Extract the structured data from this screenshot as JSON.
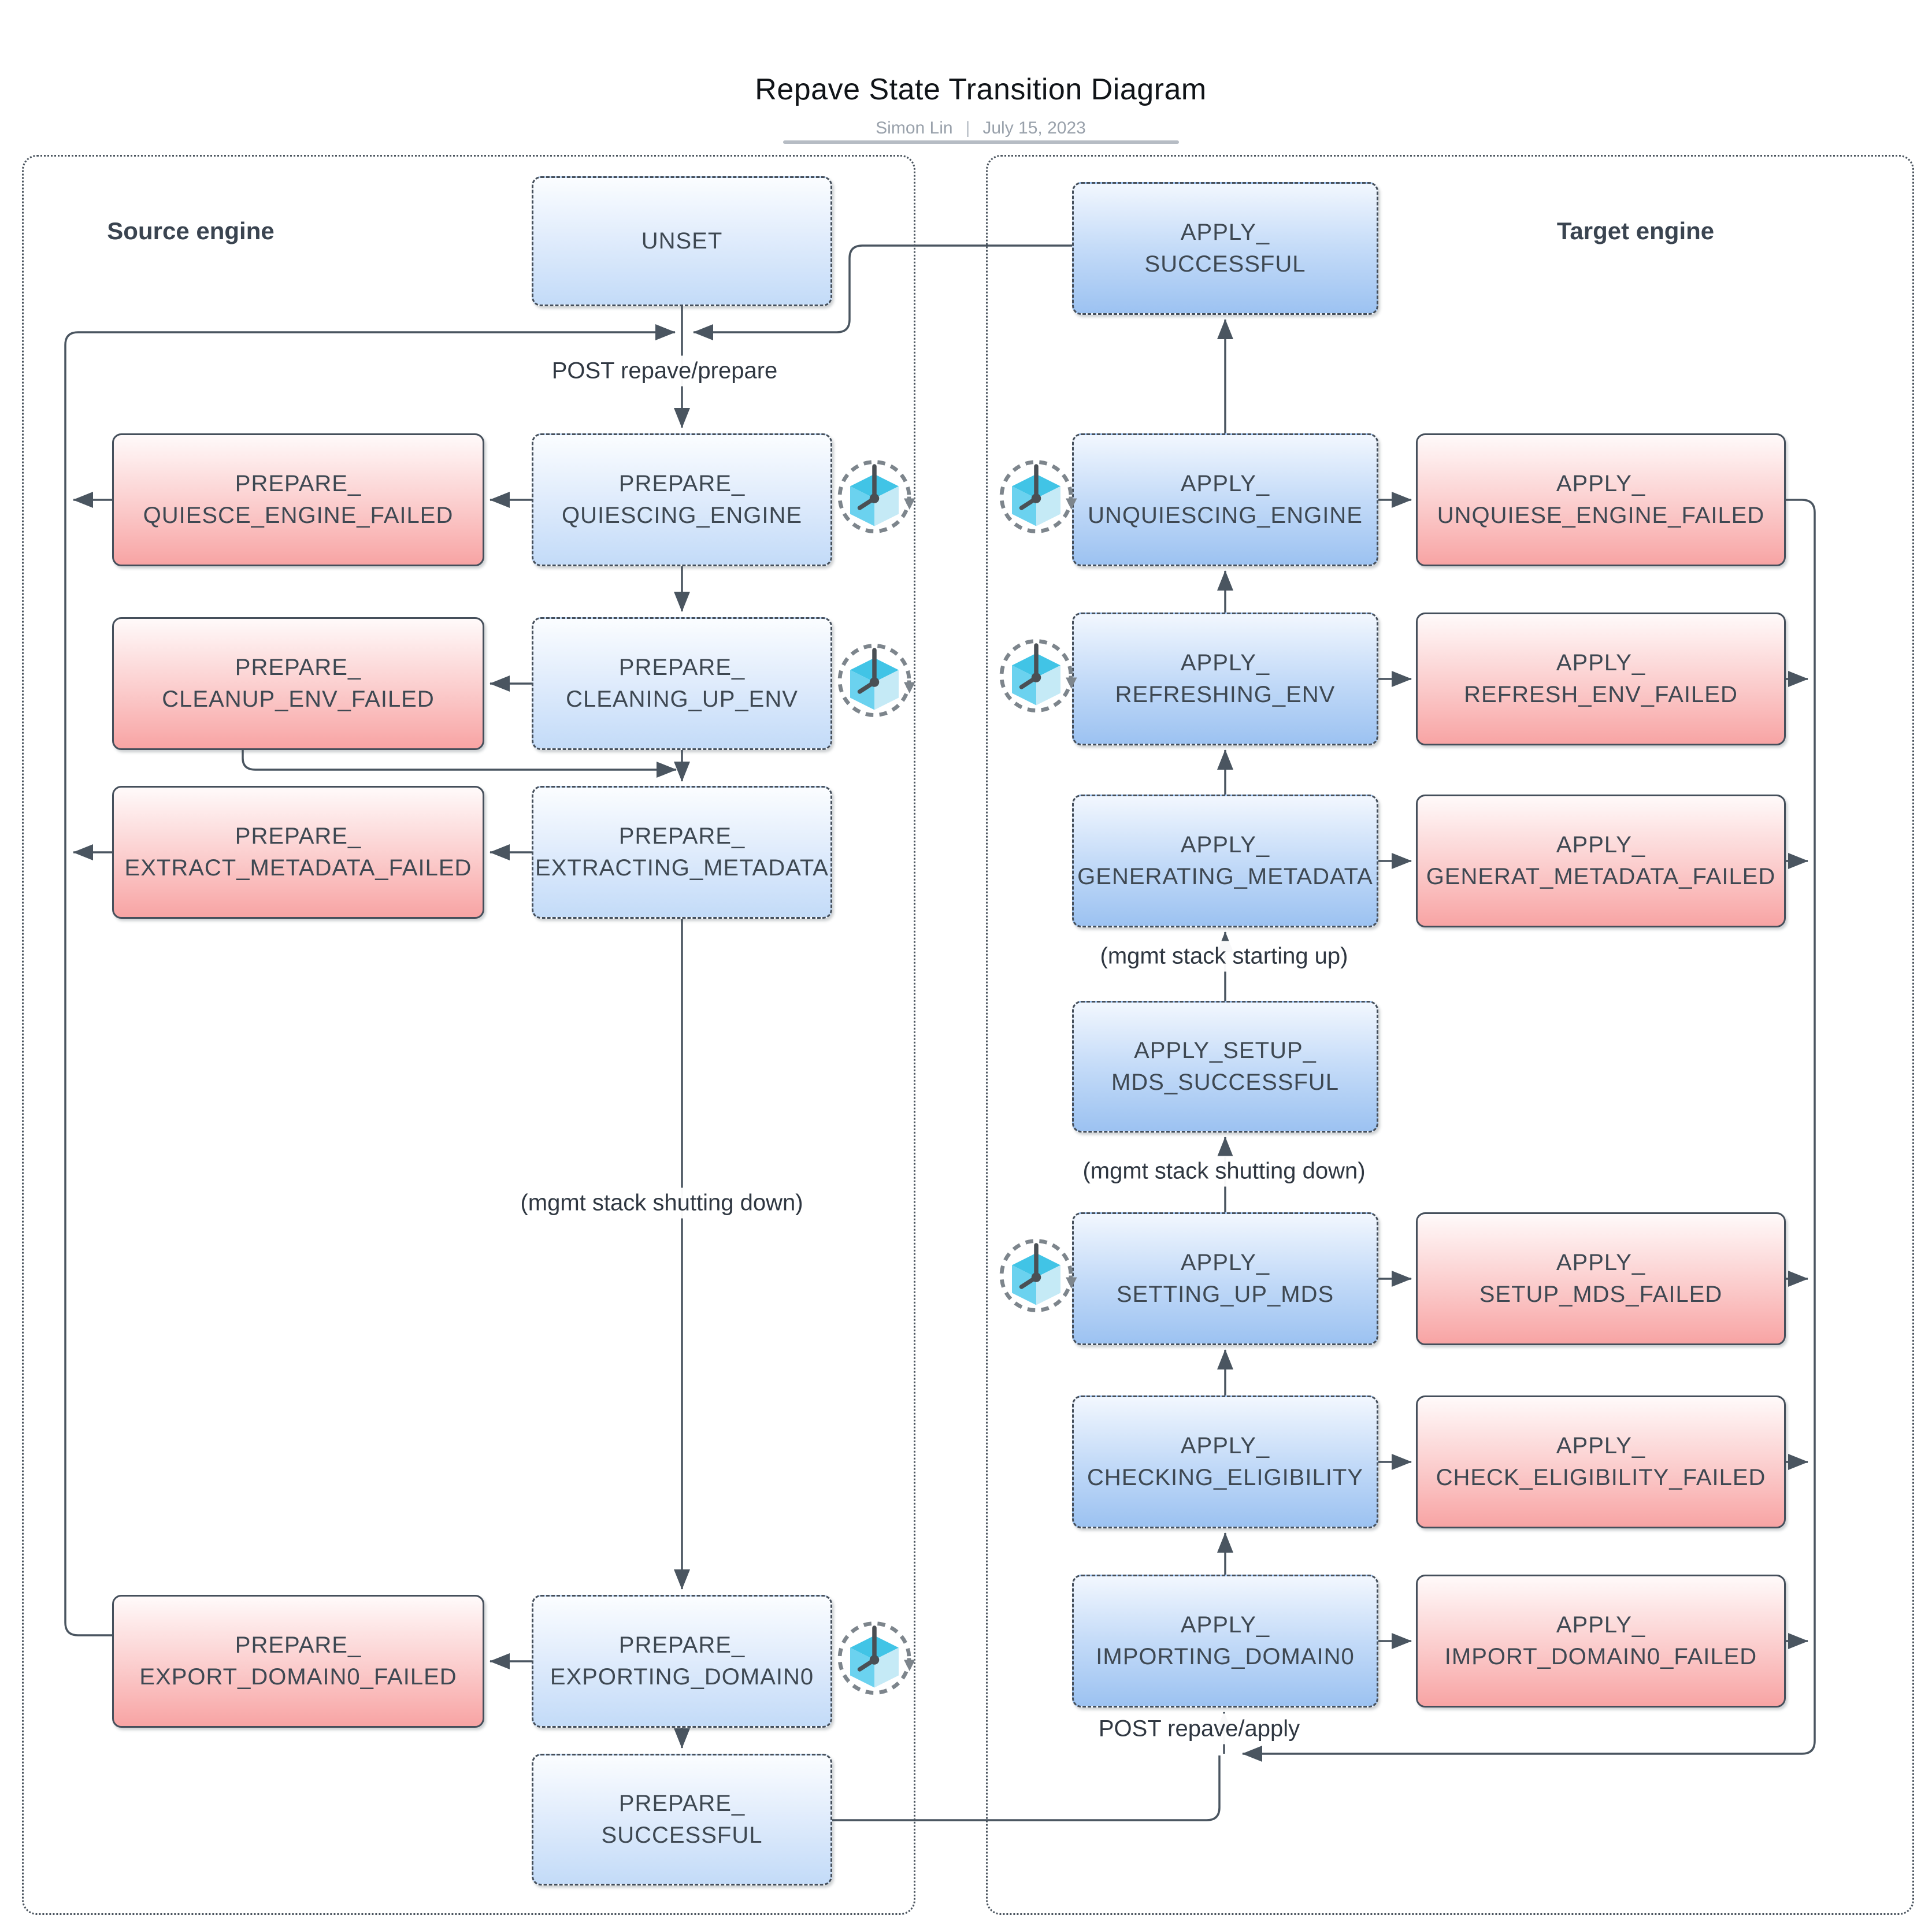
{
  "header": {
    "title": "Repave State Transition Diagram",
    "author": "Simon Lin",
    "separator": "|",
    "date": "July 15, 2023"
  },
  "containers": {
    "source": {
      "label": "Source engine"
    },
    "target": {
      "label": "Target engine"
    }
  },
  "nodes": {
    "unset": {
      "line1": "UNSET"
    },
    "prepare_quiescing_engine": {
      "line1": "PREPARE_",
      "line2": "QUIESCING_ENGINE"
    },
    "prepare_quiesce_engine_failed": {
      "line1": "PREPARE_",
      "line2": "QUIESCE_ENGINE_FAILED"
    },
    "prepare_cleaning_up_env": {
      "line1": "PREPARE_",
      "line2": "CLEANING_UP_ENV"
    },
    "prepare_cleanup_env_failed": {
      "line1": "PREPARE_",
      "line2": "CLEANUP_ENV_FAILED"
    },
    "prepare_extracting_metadata": {
      "line1": "PREPARE_",
      "line2": "EXTRACTING_METADATA"
    },
    "prepare_extract_metadata_failed": {
      "line1": "PREPARE_",
      "line2": "EXTRACT_METADATA_FAILED"
    },
    "prepare_exporting_domain0": {
      "line1": "PREPARE_",
      "line2": "EXPORTING_DOMAIN0"
    },
    "prepare_export_domain0_failed": {
      "line1": "PREPARE_",
      "line2": "EXPORT_DOMAIN0_FAILED"
    },
    "prepare_successful": {
      "line1": "PREPARE_",
      "line2": "SUCCESSFUL"
    },
    "apply_successful": {
      "line1": "APPLY_",
      "line2": "SUCCESSFUL"
    },
    "apply_unquiescing_engine": {
      "line1": "APPLY_",
      "line2": "UNQUIESCING_ENGINE"
    },
    "apply_unquiese_engine_failed": {
      "line1": "APPLY_",
      "line2": "UNQUIESE_ENGINE_FAILED"
    },
    "apply_refreshing_env": {
      "line1": "APPLY_",
      "line2": "REFRESHING_ENV"
    },
    "apply_refresh_env_failed": {
      "line1": "APPLY_",
      "line2": "REFRESH_ENV_FAILED"
    },
    "apply_generating_metadata": {
      "line1": "APPLY_",
      "line2": "GENERATING_METADATA"
    },
    "apply_generat_metadata_failed": {
      "line1": "APPLY_",
      "line2": "GENERAT_METADATA_FAILED"
    },
    "apply_setup_mds_successful": {
      "line1": "APPLY_SETUP_",
      "line2": "MDS_SUCCESSFUL"
    },
    "apply_setting_up_mds": {
      "line1": "APPLY_",
      "line2": "SETTING_UP_MDS"
    },
    "apply_setup_mds_failed": {
      "line1": "APPLY_",
      "line2": "SETUP_MDS_FAILED"
    },
    "apply_checking_eligibility": {
      "line1": "APPLY_",
      "line2": "CHECKING_ELIGIBILITY"
    },
    "apply_check_eligibility_failed": {
      "line1": "APPLY_",
      "line2": "CHECK_ELIGIBILITY_FAILED"
    },
    "apply_importing_domain0": {
      "line1": "APPLY_",
      "line2": "IMPORTING_DOMAIN0"
    },
    "apply_import_domain0_failed": {
      "line1": "APPLY_",
      "line2": "IMPORT_DOMAIN0_FAILED"
    }
  },
  "edge_labels": {
    "post_repave_prepare": "POST repave/prepare",
    "mgmt_stack_shutting_down_left": "(mgmt stack shutting down)",
    "mgmt_stack_starting_up": "(mgmt stack starting up)",
    "mgmt_stack_shutting_down_right": "(mgmt stack shutting down)",
    "post_repave_apply": "POST repave/apply"
  },
  "icons": {
    "retry_clock": "clockwise-retry-cube-clock-icon"
  },
  "colors": {
    "blue_node_top": "#F2F7FE",
    "blue_node_bottom": "#9CC2F1",
    "blue_light_node_bottom": "#C3DBF8",
    "red_node_top": "#FFFAFA",
    "red_node_bottom": "#F8A4A4",
    "node_border": "#454F5B",
    "edge_line": "#4A5560",
    "icon_cyan_top": "#41C4E6",
    "icon_cyan_left": "#6BD2EF",
    "icon_cyan_right": "#C5EAF6",
    "subtitle_gray": "#99A1AB",
    "engine_label": "#3A4450"
  }
}
